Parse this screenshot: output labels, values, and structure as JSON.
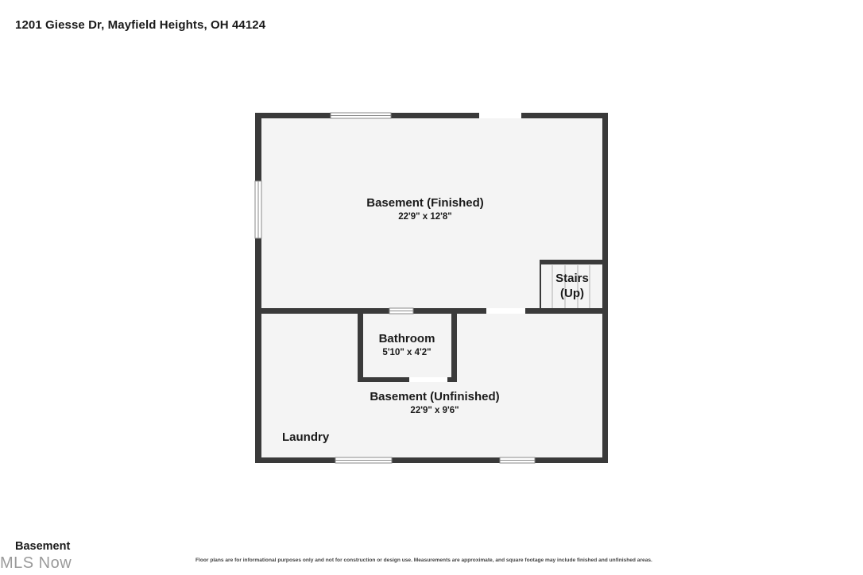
{
  "header": {
    "address": "1201 Giesse Dr, Mayfield Heights, OH 44124"
  },
  "rooms": {
    "basement_finished": {
      "name": "Basement (Finished)",
      "dims": "22'9\" x 12'8\""
    },
    "stairs": {
      "line1": "Stairs",
      "line2": "(Up)"
    },
    "bathroom": {
      "name": "Bathroom",
      "dims": "5'10\" x 4'2\""
    },
    "basement_unfinished": {
      "name": "Basement (Unfinished)",
      "dims": "22'9\" x 9'6\""
    },
    "laundry": {
      "name": "Laundry"
    }
  },
  "footer": {
    "floor_label": "Basement",
    "brand": "MLS Now",
    "disclaimer": "Floor plans are for informational purposes only and not for construction or design use. Measurements are approximate, and square footage may include finished and unfinished areas."
  },
  "colors": {
    "wall": "#3a3a3a",
    "floor": "#f4f4f4",
    "window": "#ffffff"
  }
}
